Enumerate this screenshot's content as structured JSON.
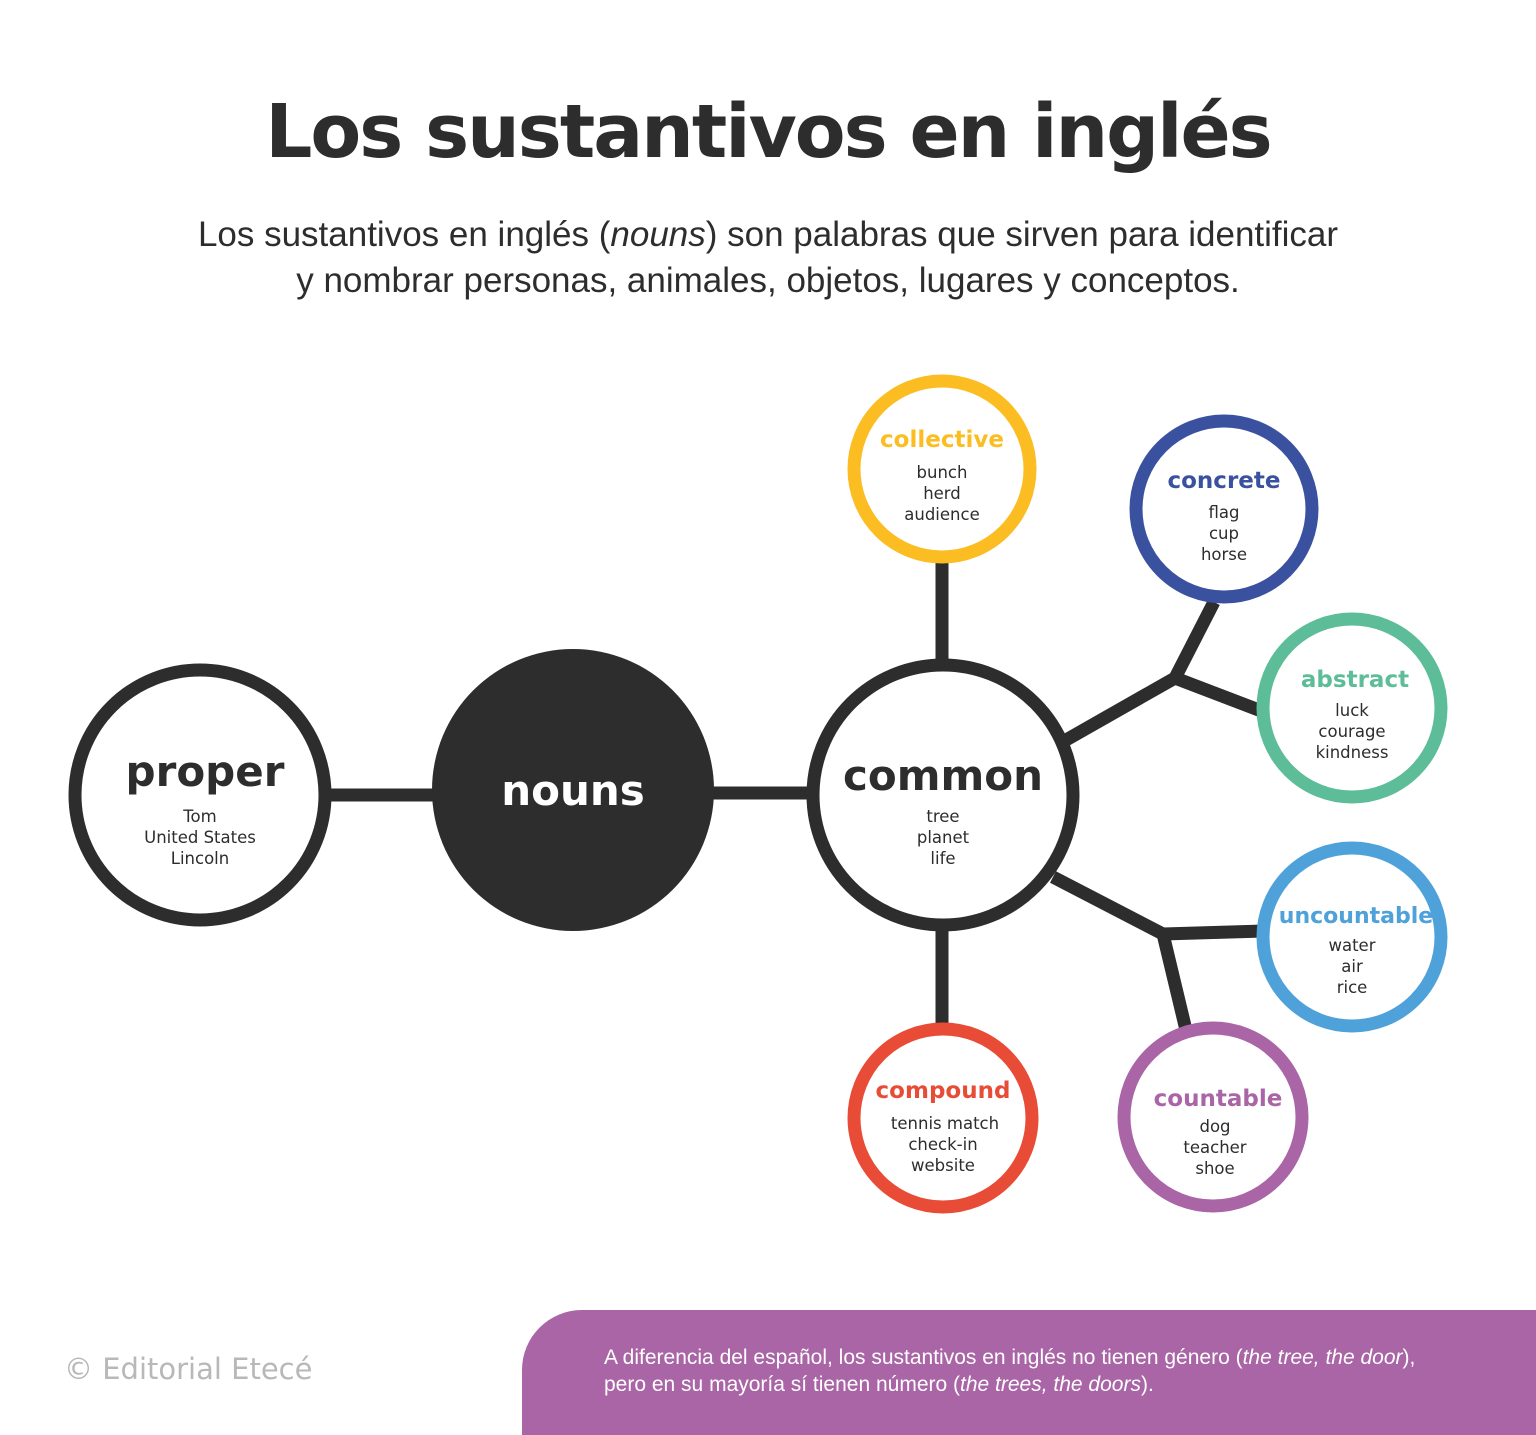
{
  "header": {
    "title": "Los sustantivos en inglés",
    "subtitle": {
      "line1_before": "Los sustantivos en inglés (",
      "line1_italic": "nouns",
      "line1_after": ") son palabras que sirven para identificar",
      "line2": "y nombrar personas, animales, objetos, lugares y conceptos."
    }
  },
  "diagram": {
    "line_color": "#2d2d2d",
    "center": {
      "label": "nouns",
      "fill": "#2d2d2d",
      "text_color": "#ffffff"
    },
    "proper": {
      "label": "proper",
      "color": "#2d2d2d",
      "items": [
        "Tom",
        "United States",
        "Lincoln"
      ]
    },
    "common": {
      "label": "common",
      "color": "#2d2d2d",
      "items": [
        "tree",
        "planet",
        "life"
      ]
    },
    "subtypes": [
      {
        "label": "collective",
        "color": "#fbbd22",
        "items": [
          "bunch",
          "herd",
          "audience"
        ]
      },
      {
        "label": "concrete",
        "color": "#3a51a0",
        "items": [
          "flag",
          "cup",
          "horse"
        ]
      },
      {
        "label": "abstract",
        "color": "#5dbd98",
        "items": [
          "luck",
          "courage",
          "kindness"
        ]
      },
      {
        "label": "uncountable",
        "color": "#4fa1d9",
        "items": [
          "water",
          "air",
          "rice"
        ]
      },
      {
        "label": "countable",
        "color": "#a965a5",
        "items": [
          "dog",
          "teacher",
          "shoe"
        ]
      },
      {
        "label": "compound",
        "color": "#e84c36",
        "items": [
          "tennis match",
          "check-in",
          "website"
        ]
      }
    ]
  },
  "footer": {
    "credit": "© Editorial Etecé",
    "note": {
      "line1_before": "A diferencia del español, los sustantivos en inglés no tienen género (",
      "line1_italic": "the tree, the door",
      "line1_after": "),",
      "line2_before": "pero en su mayoría sí tienen número (",
      "line2_italic": "the trees, the doors",
      "line2_after": ")."
    },
    "banner_color": "#a965a5"
  }
}
